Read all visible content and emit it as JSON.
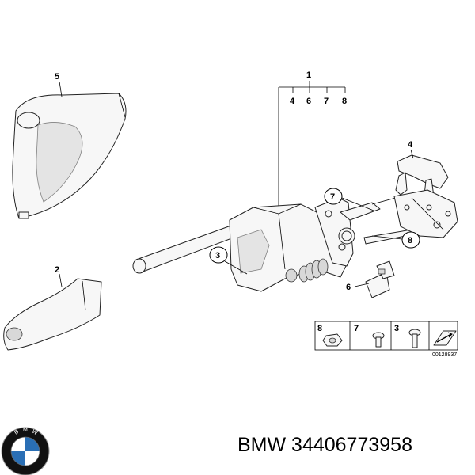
{
  "callouts": {
    "c1": "1",
    "c4a": "4",
    "c6a": "6",
    "c7a": "7",
    "c8a": "8",
    "c5": "5",
    "c4b": "4",
    "c7b": "7",
    "c8b": "8",
    "c3": "3",
    "c6b": "6",
    "c2": "2"
  },
  "legend": {
    "cell1": "8",
    "cell2": "7",
    "cell3": "3"
  },
  "reference_code": "00128937",
  "caption": "BMW 34406773958",
  "logo": {
    "letters": "BMW",
    "colors": {
      "blue": "#2a6fb5",
      "white": "#ffffff",
      "black": "#111111"
    }
  }
}
